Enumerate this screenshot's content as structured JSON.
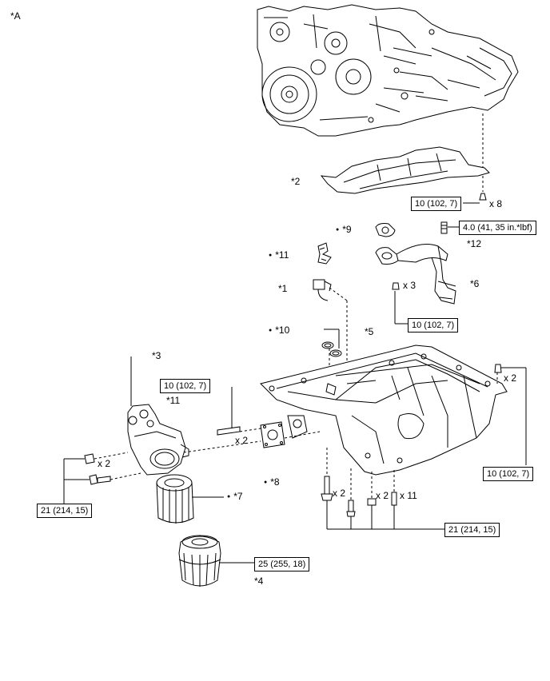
{
  "figure_label": "*A",
  "parts": {
    "p1": "*1",
    "p2": "*2",
    "p3": "*3",
    "p4": "*4",
    "p5": "*5",
    "p6": "*6",
    "p7": "*7",
    "p8": "*8",
    "p9": "*9",
    "p10": "*10",
    "p11_clip": "*11",
    "p11_stud": "*11",
    "p12": "*12"
  },
  "quantities": {
    "q_cover_bolts": "x 8",
    "q_strainer_nuts": "x 3",
    "q_pan_side": "x 2",
    "q_studs": "x 2",
    "q_filter_nuts": "x 2",
    "q_bolt_a": "x 2",
    "q_bolt_b": "x 2",
    "q_bolt_c": "x 11"
  },
  "torques": {
    "t_cover": "10 (102, 7)",
    "t_plug": "4.0 (41, 35 in.*lbf)",
    "t_strainer": "10 (102, 7)",
    "t_stud": "10 (102, 7)",
    "t_pan_side": "10 (102, 7)",
    "t_bracket": "21 (214, 15)",
    "t_pan": "21 (214, 15)",
    "t_cap": "25 (255, 18)"
  }
}
